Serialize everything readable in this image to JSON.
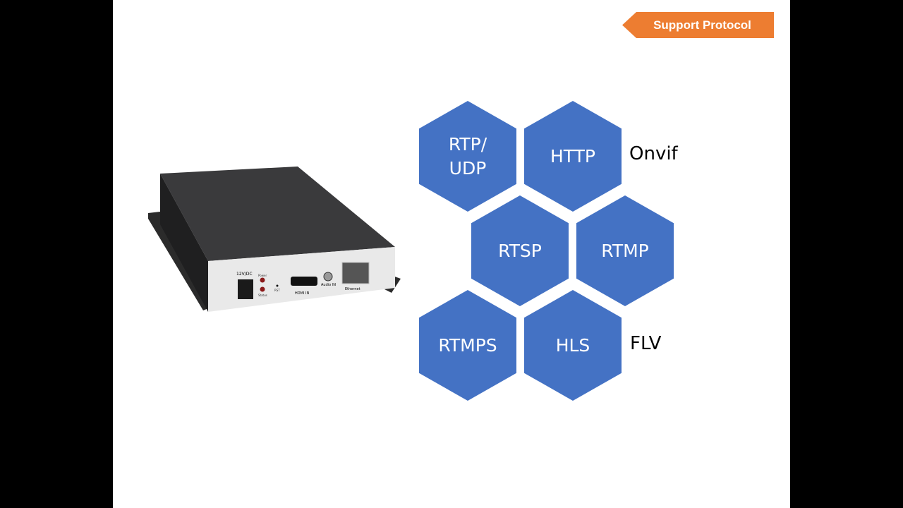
{
  "banner": {
    "label": "Support Protocol",
    "color": "#ED7D31"
  },
  "protocols": {
    "color": "#4472C4",
    "hexagons": [
      "RTP/\nUDP",
      "HTTP",
      "RTSP",
      "RTMP",
      "RTMPS",
      "HLS"
    ],
    "extra": [
      "Onvif",
      "FLV"
    ]
  },
  "device": {
    "labels": {
      "power_input": "12V/DC",
      "power_led": "Power",
      "status_led": "Status",
      "reset": "RST",
      "hdmi": "HDMI IN",
      "audio": "Audio IN",
      "ethernet": "Ethernet"
    }
  }
}
